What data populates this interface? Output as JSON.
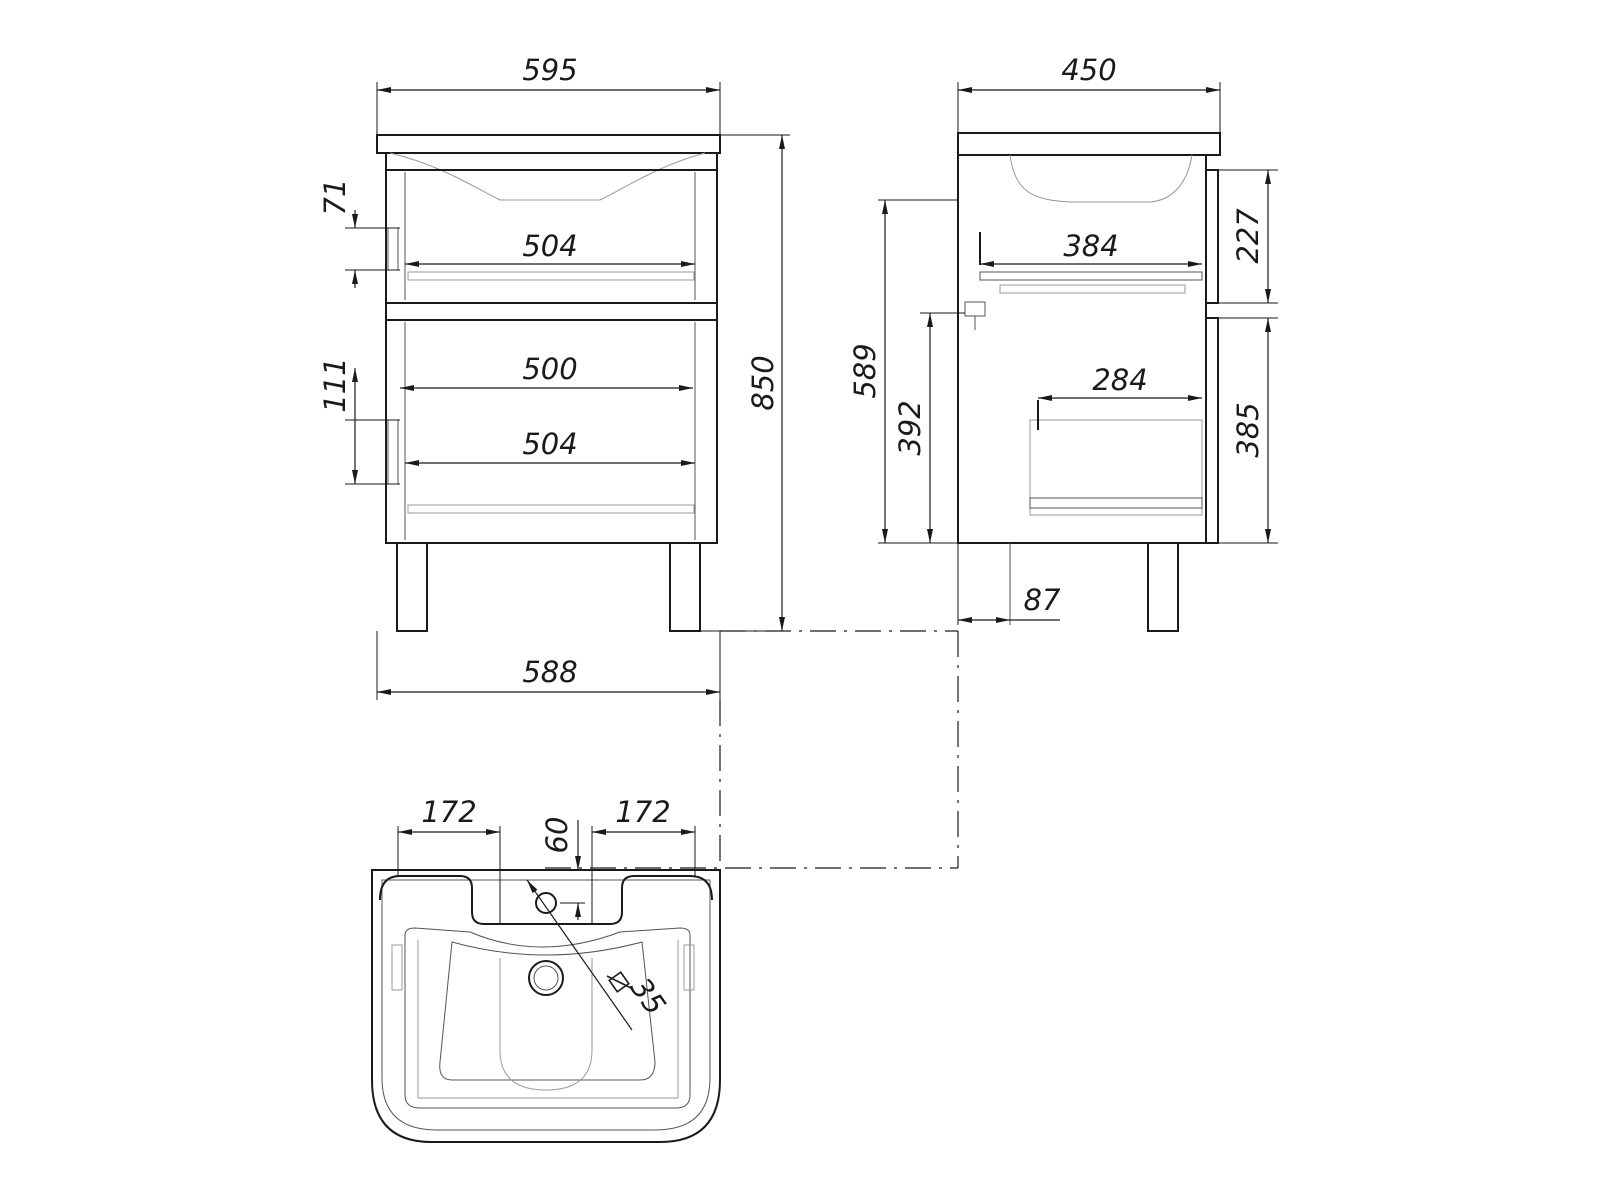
{
  "colors": {
    "line": "#1a1a1a",
    "background": "#ffffff"
  },
  "front_view": {
    "dims": {
      "top_width": "595",
      "drawer1_inner_width": "504",
      "drawer2_inner_width": "500",
      "drawer2_box_width": "504",
      "handle_small": "71",
      "handle_large": "111",
      "total_height": "850",
      "base_width": "588"
    }
  },
  "side_view": {
    "dims": {
      "depth": "450",
      "drawer1_depth": "384",
      "drawer2_depth": "284",
      "drawer1_height": "227",
      "drawer2_height": "385",
      "body_height": "589",
      "lower_height": "392",
      "leg_offset": "87"
    }
  },
  "top_view": {
    "dims": {
      "left_offset": "172",
      "right_offset": "172",
      "tap_offset": "60",
      "tap_hole_diameter": "35"
    }
  }
}
